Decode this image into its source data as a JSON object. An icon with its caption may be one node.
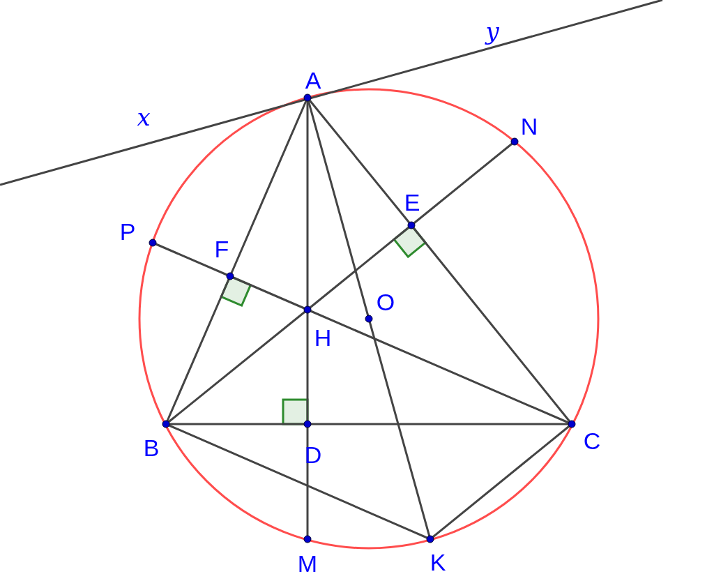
{
  "diagram": {
    "nodes": [
      {
        "text": [
          "A"
        ]
      },
      {
        "text": [
          "N"
        ]
      },
      {
        "text": [
          "E"
        ]
      },
      {
        "text": [
          "P"
        ]
      },
      {
        "text": [
          "F"
        ]
      },
      {
        "text": [
          "H"
        ]
      },
      {
        "text": [
          "O"
        ]
      },
      {
        "text": [
          "B"
        ]
      },
      {
        "text": [
          "D"
        ]
      },
      {
        "text": [
          "C"
        ]
      },
      {
        "text": [
          "M"
        ]
      },
      {
        "text": [
          "K"
        ]
      }
    ],
    "edges": [
      {
        "from": 0,
        "to": 4,
        "arrow": "none"
      },
      {
        "from": 4,
        "to": 7,
        "arrow": "none"
      },
      {
        "from": 0,
        "to": 2,
        "arrow": "none"
      },
      {
        "from": 2,
        "to": 9,
        "arrow": "none"
      },
      {
        "from": 7,
        "to": 8,
        "arrow": "none"
      },
      {
        "from": 8,
        "to": 9,
        "arrow": "none"
      },
      {
        "from": 0,
        "to": 5,
        "arrow": "none"
      },
      {
        "from": 5,
        "to": 8,
        "arrow": "none"
      },
      {
        "from": 8,
        "to": 10,
        "arrow": "none"
      },
      {
        "from": 7,
        "to": 5,
        "arrow": "none"
      },
      {
        "from": 5,
        "to": 2,
        "arrow": "none"
      },
      {
        "from": 2,
        "to": 1,
        "arrow": "none"
      },
      {
        "from": 9,
        "to": 5,
        "arrow": "none"
      },
      {
        "from": 5,
        "to": 4,
        "arrow": "none"
      },
      {
        "from": 4,
        "to": 3,
        "arrow": "none"
      },
      {
        "from": 0,
        "to": 6,
        "arrow": "none"
      },
      {
        "from": 6,
        "to": 11,
        "arrow": "none"
      },
      {
        "from": 7,
        "to": 11,
        "arrow": "none"
      },
      {
        "from": 9,
        "to": 11,
        "arrow": "none"
      }
    ],
    "labels": [
      "y",
      "x"
    ]
  }
}
